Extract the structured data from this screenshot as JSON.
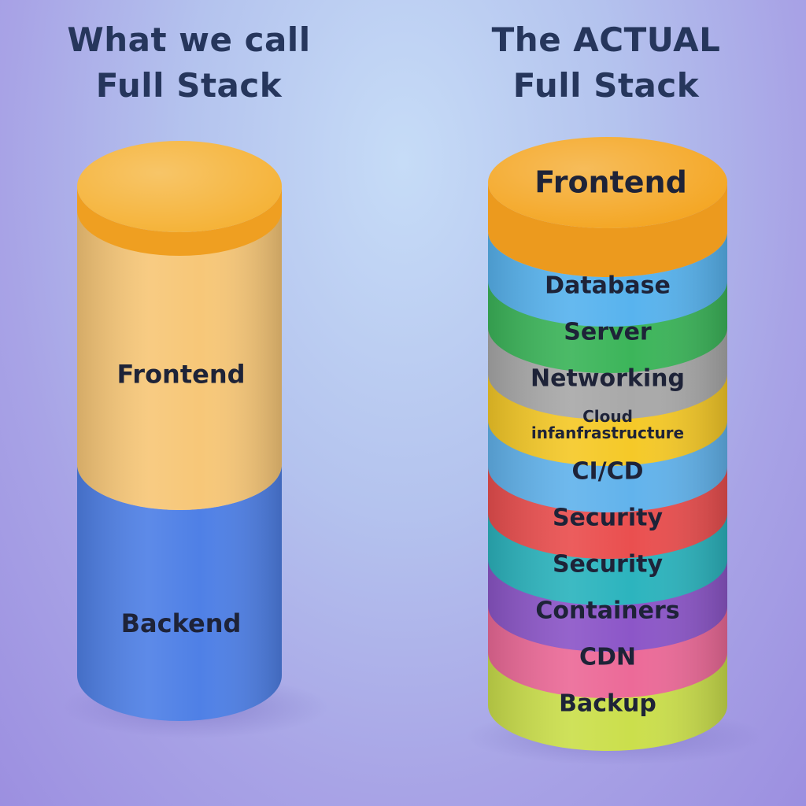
{
  "left": {
    "title_lines": [
      "What we call",
      "Full Stack"
    ],
    "segments": [
      {
        "label": "Frontend",
        "color": "#f7c778"
      },
      {
        "label": "Backend",
        "color": "#4f80e6"
      }
    ],
    "top_color": "#f5b236"
  },
  "right": {
    "title_lines": [
      "The ACTUAL",
      "Full Stack"
    ],
    "top_label": "Frontend",
    "top_color": "#f4a623",
    "layers": [
      {
        "label": "Database",
        "color": "#58b3ee"
      },
      {
        "label": "Server",
        "color": "#3cb55a"
      },
      {
        "label": "Networking",
        "color": "#a9a9a9"
      },
      {
        "label": "Cloud\ninfanfrastructure",
        "color": "#f5c928"
      },
      {
        "label": "CI/CD",
        "color": "#62b3ec"
      },
      {
        "label": "Security",
        "color": "#ea4f4f"
      },
      {
        "label": "Security",
        "color": "#2cb4be"
      },
      {
        "label": "Containers",
        "color": "#8c56c8"
      },
      {
        "label": "CDN",
        "color": "#ec6a98"
      },
      {
        "label": "Backup",
        "color": "#cbdf4c"
      }
    ]
  }
}
